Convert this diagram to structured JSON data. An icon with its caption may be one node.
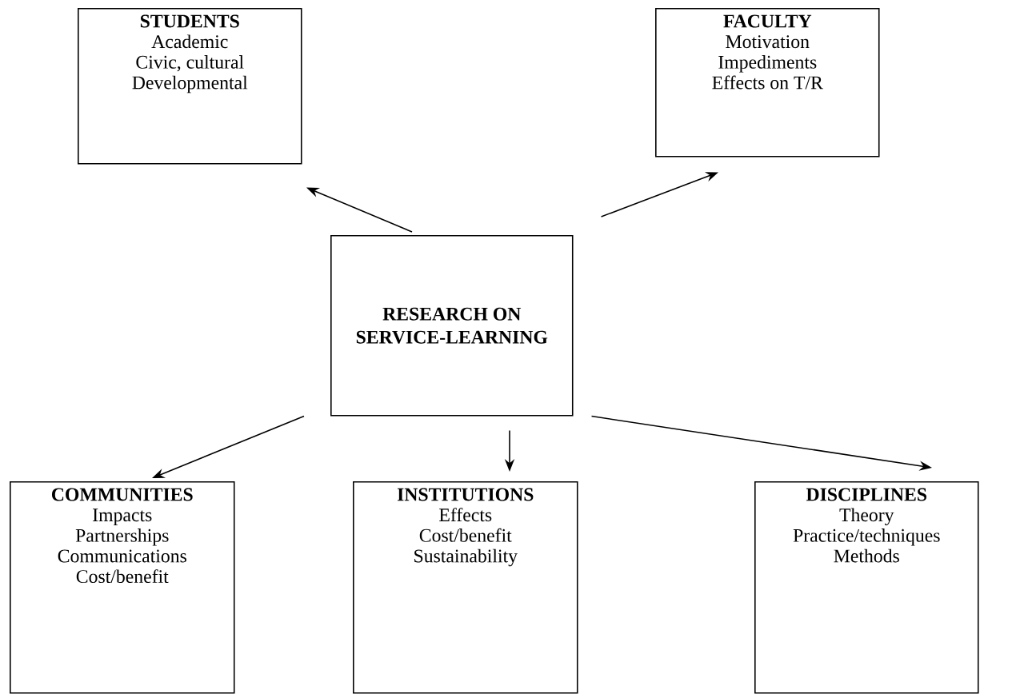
{
  "diagram": {
    "nodes": [
      {
        "text": [
          "STUDENTS",
          "Academic",
          "Civic, cultural",
          "Developmental"
        ]
      },
      {
        "text": [
          "FACULTY",
          "Motivation",
          "Impediments",
          "Effects on T/R"
        ]
      },
      {
        "text": [
          "RESEARCH ON SERVICE-LEARNING"
        ]
      },
      {
        "text": [
          "COMMUNITIES",
          "Impacts",
          "Partnerships",
          "Communications",
          "Cost/benefit"
        ]
      },
      {
        "text": [
          "INSTITUTIONS",
          "Effects",
          "Cost/benefit",
          "Sustainability"
        ]
      },
      {
        "text": [
          "DISCIPLINES",
          "Theory",
          "Practice/techniques",
          "Methods"
        ]
      }
    ],
    "edges": [
      {
        "from": 2,
        "to": 0,
        "arrow": "to"
      },
      {
        "from": 2,
        "to": 1,
        "arrow": "to"
      },
      {
        "from": 2,
        "to": 3,
        "arrow": "to"
      },
      {
        "from": 2,
        "to": 4,
        "arrow": "to"
      },
      {
        "from": 2,
        "to": 5,
        "arrow": "to"
      }
    ]
  }
}
